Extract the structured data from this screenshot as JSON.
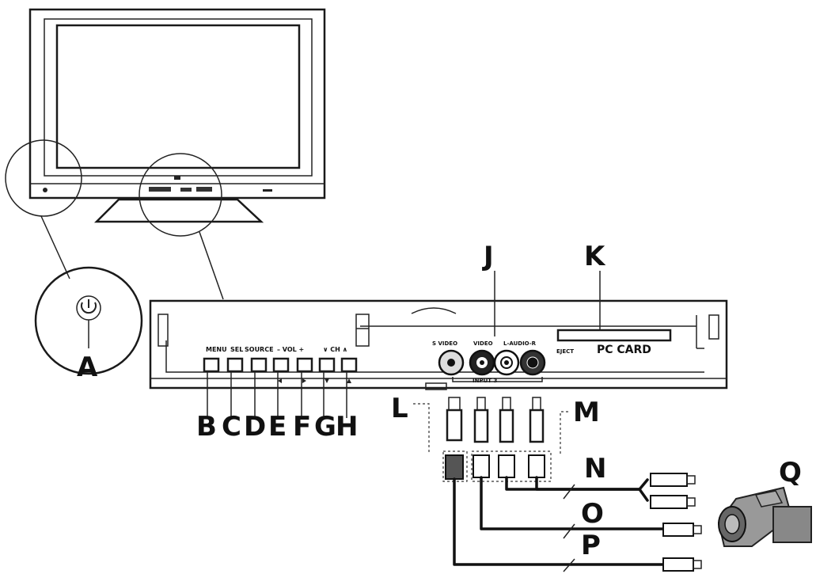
{
  "callouts": {
    "A": "A",
    "B": "B",
    "C": "C",
    "D": "D",
    "E": "E",
    "F": "F",
    "G": "G",
    "H": "H",
    "J": "J",
    "K": "K",
    "L": "L",
    "M": "M",
    "N": "N",
    "O": "O",
    "P": "P",
    "Q": "Q"
  },
  "panel": {
    "menu": "MENU",
    "sel": "SEL",
    "source": "SOURCE",
    "vol": "– VOL +",
    "ch": "∨ CH ∧",
    "s_video": "S VIDEO",
    "video": "VIDEO",
    "audio": "L-AUDIO-R",
    "input": "INPUT 3",
    "eject": "EJECT",
    "pc_card": "PC CARD"
  },
  "colors": {
    "ink": "#111111",
    "background": "#ffffff"
  }
}
